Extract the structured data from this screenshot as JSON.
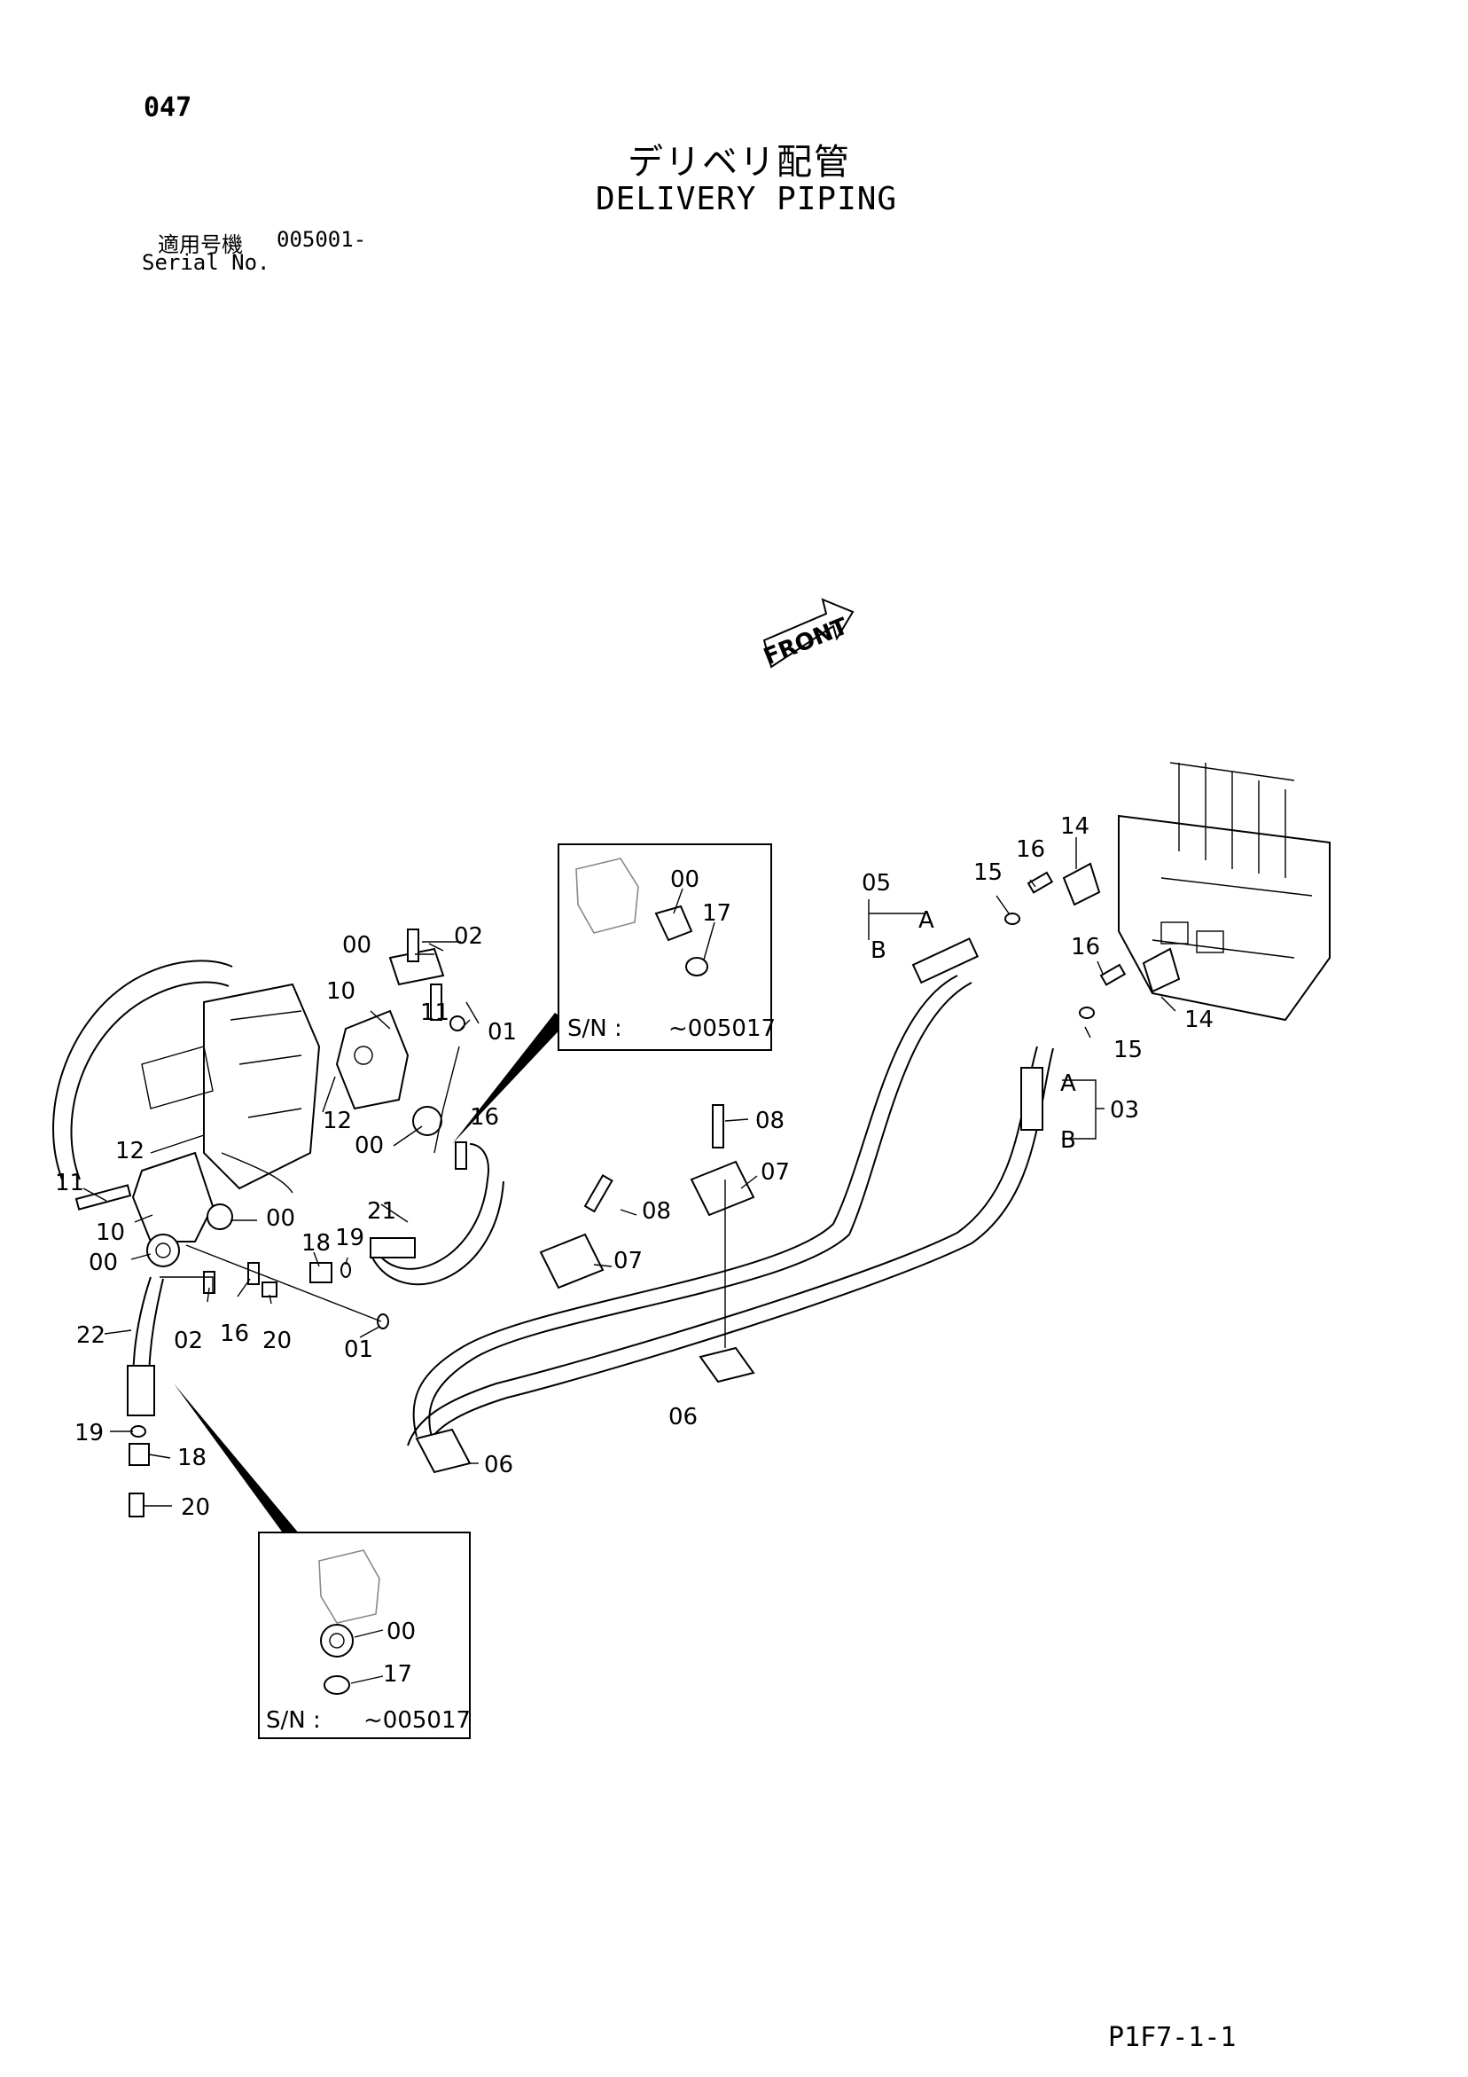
{
  "header": {
    "page_number": "047",
    "title_jp": "デリベリ配管",
    "title_en": "DELIVERY PIPING",
    "applicability_label_jp": "適用号機",
    "applicability_serial": "005001-",
    "serial_label_en": "Serial No."
  },
  "front_marker": "FRONT",
  "callouts": {
    "c00_top": "00",
    "c02_top": "02",
    "c10_top": "10",
    "c11_top": "11",
    "c01_top": "01",
    "c12_mid": "12",
    "c16_mid": "16",
    "c00_mid": "00",
    "c12_left": "12",
    "c11_left": "11",
    "c10_left": "10",
    "c00_left": "00",
    "c00_nut": "00",
    "c18": "18",
    "c19": "19",
    "c21": "21",
    "c22": "22",
    "c02_bot": "02",
    "c16_bot": "16",
    "c20_bot": "20",
    "c01_bot": "01",
    "c19_low": "19",
    "c18_low": "18",
    "c20_low": "20",
    "c05": "05",
    "c05_A": "A",
    "c05_B": "B",
    "c15_top": "15",
    "c16_top": "16",
    "c14_top": "14",
    "c16_r": "16",
    "c14_r": "14",
    "c15_r": "15",
    "c03": "03",
    "c03_A": "A",
    "c03_B": "B",
    "c08_top": "08",
    "c07_top": "07",
    "c08_mid": "08",
    "c07_mid": "07",
    "c06_mid": "06",
    "c06_bot": "06"
  },
  "inset_top": {
    "c00": "00",
    "c17": "17",
    "sn_label": "S/N :",
    "sn_value": "~005017"
  },
  "inset_bottom": {
    "c00": "00",
    "c17": "17",
    "sn_label": "S/N :",
    "sn_value": "~005017"
  },
  "footer": {
    "code": "P1F7-1-1"
  }
}
